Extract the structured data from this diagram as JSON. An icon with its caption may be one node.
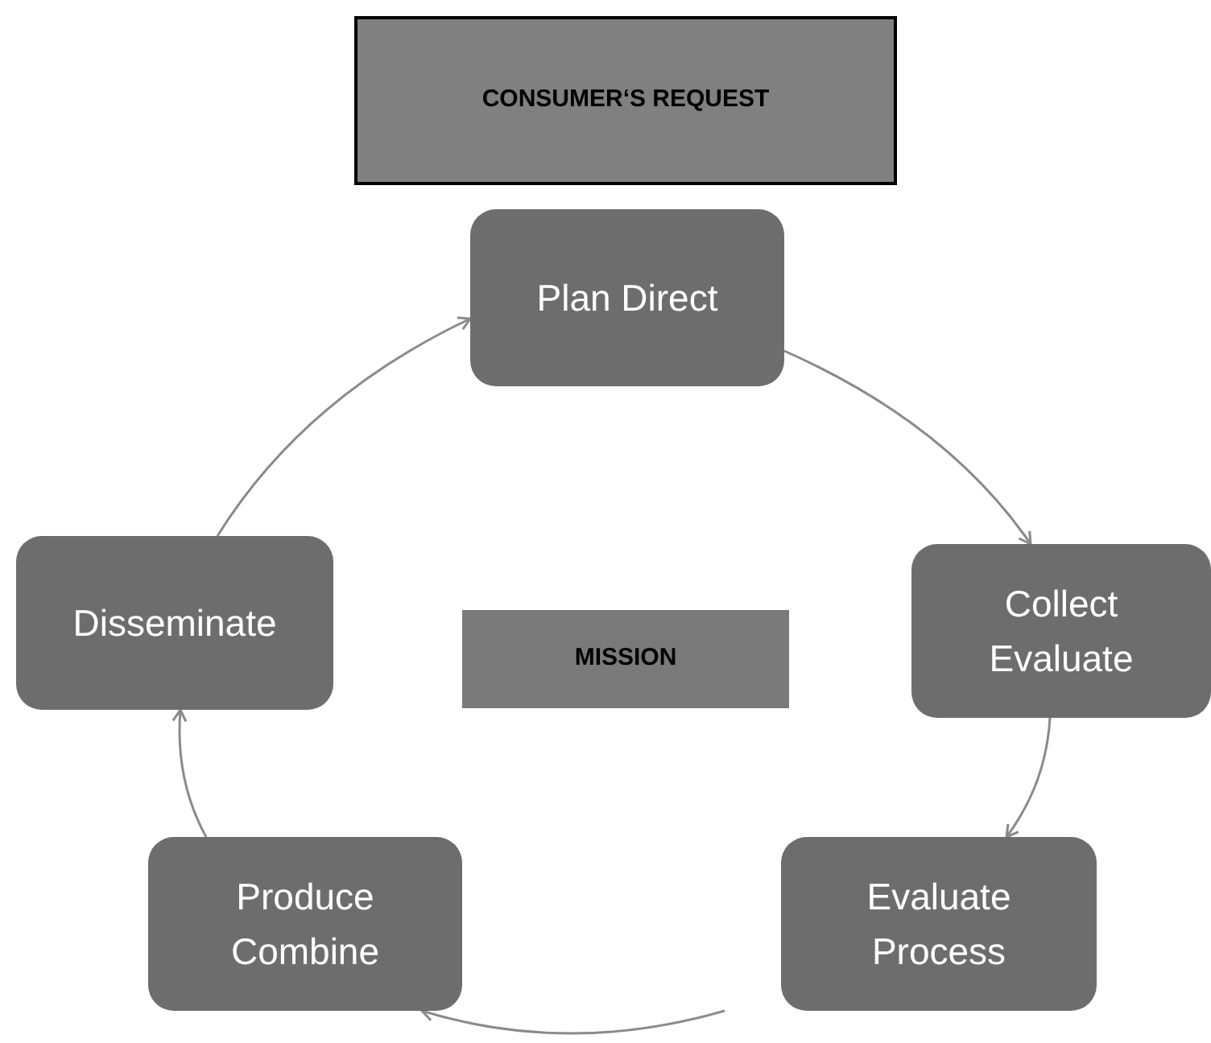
{
  "diagram": {
    "nodes": [
      {
        "text": [
          "CONSUMER‘S REQUEST"
        ]
      },
      {
        "text": [
          "Plan Direct"
        ]
      },
      {
        "text": [
          "Collect Evaluate"
        ]
      },
      {
        "text": [
          "Evaluate Process"
        ]
      },
      {
        "text": [
          "Produce Combine"
        ]
      },
      {
        "text": [
          "Disseminate"
        ]
      },
      {
        "text": [
          "MISSION"
        ]
      }
    ],
    "edges": [
      {
        "from": 1,
        "to": 2,
        "arrow": "to"
      },
      {
        "from": 2,
        "to": 3,
        "arrow": "to"
      },
      {
        "from": 3,
        "to": 4,
        "arrow": "to"
      },
      {
        "from": 4,
        "to": 5,
        "arrow": "to"
      },
      {
        "from": 5,
        "to": 1,
        "arrow": "to"
      }
    ]
  }
}
